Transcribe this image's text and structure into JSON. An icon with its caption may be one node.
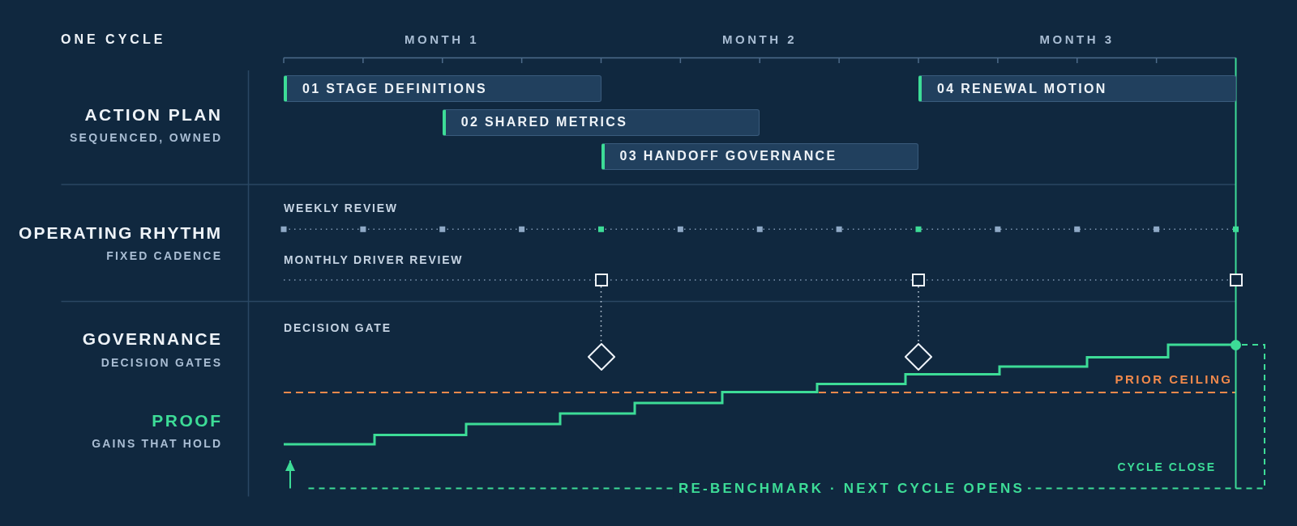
{
  "diagram": {
    "nodes": [
      {
        "text": [
          "01 STAGE DEFINITIONS"
        ]
      },
      {
        "text": [
          "02 SHARED METRICS"
        ]
      },
      {
        "text": [
          "03 HANDOFF GOVERNANCE"
        ]
      },
      {
        "text": [
          "04 RENEWAL MOTION"
        ]
      },
      {
        "text": [],
        "shape": "box"
      },
      {
        "text": [],
        "shape": "box"
      },
      {
        "text": [],
        "shape": "box"
      },
      {
        "text": [],
        "shape": "diamond"
      },
      {
        "text": [],
        "shape": "diamond"
      },
      {
        "text": [],
        "shape": "circle"
      }
    ],
    "edges": [
      {
        "from": 4,
        "to": 7,
        "arrow": "none",
        "style": "dashed"
      },
      {
        "from": 5,
        "to": 8,
        "arrow": "none",
        "style": "dashed"
      },
      {
        "from": 9,
        "to": null,
        "arrow": "to",
        "label": "RE-BENCHMARK · NEXT CYCLE OPENS",
        "style": "dashed",
        "color": "#3ddc97"
      }
    ],
    "labels": [
      "ONE CYCLE",
      "MONTH 1",
      "MONTH 2",
      "MONTH 3",
      "ACTION PLAN",
      "SEQUENCED, OWNED",
      "OPERATING RHYTHM",
      "WEEKLY REVIEW",
      "FIXED CADENCE",
      "MONTHLY DRIVER REVIEW",
      "GOVERNANCE",
      "DECISION GATE",
      "DECISION GATES",
      "PRIOR CEILING",
      "PROOF",
      "GAINS THAT HOLD",
      "CYCLE CLOSE"
    ]
  }
}
